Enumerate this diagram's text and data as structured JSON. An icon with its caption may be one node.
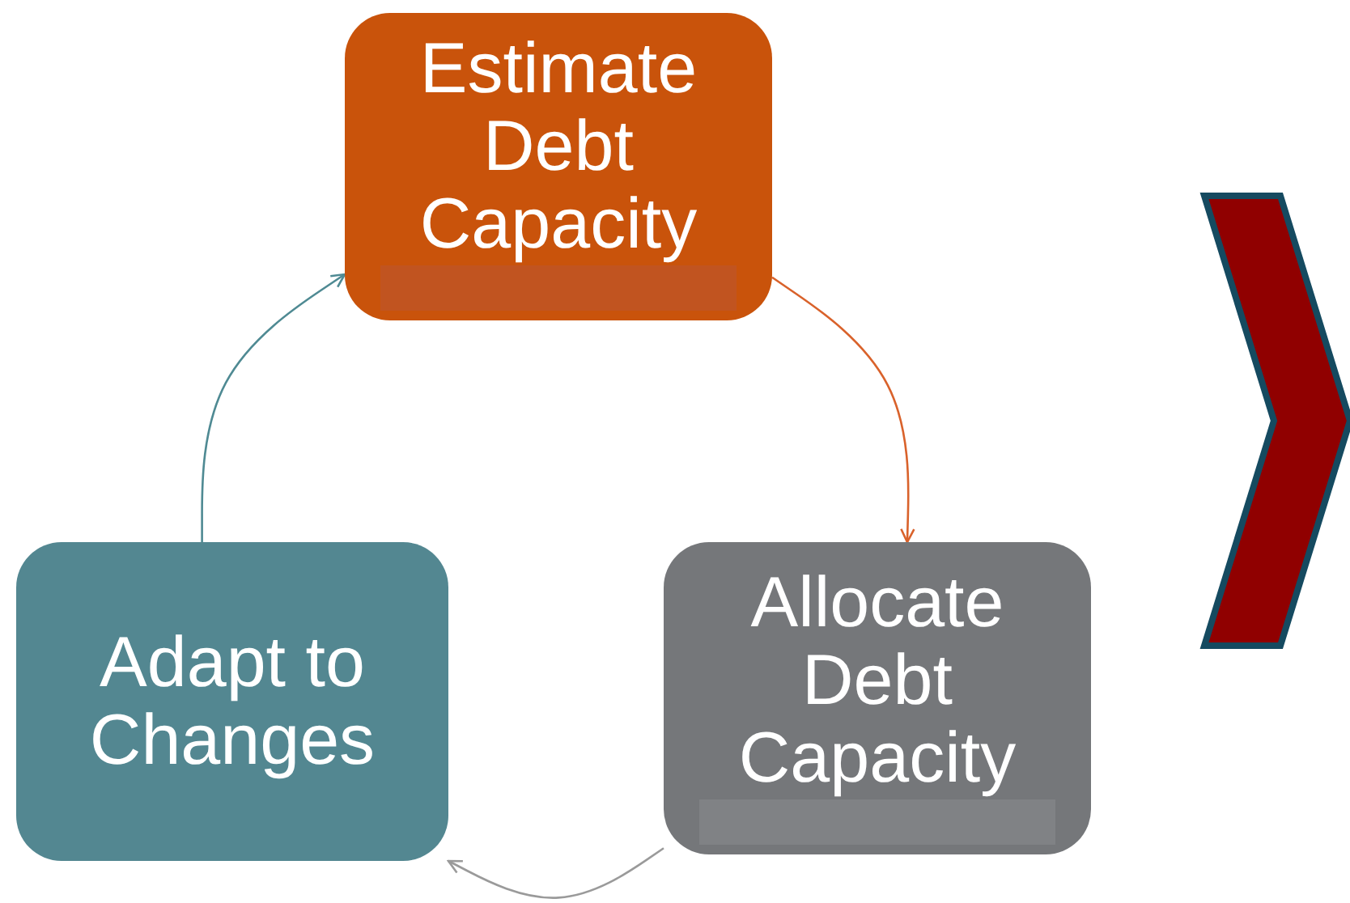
{
  "diagram": {
    "nodes": [
      {
        "text": [
          "Estimate Debt Capacity"
        ]
      },
      {
        "text": [
          "Allocate Debt Capacity"
        ]
      },
      {
        "text": [
          "Adapt to Changes"
        ]
      }
    ],
    "edges": [
      {
        "from": 0,
        "to": 1,
        "arrow": "to",
        "color": "#d9622b"
      },
      {
        "from": 1,
        "to": 2,
        "arrow": "to",
        "color": "#9a9a9a"
      },
      {
        "from": 2,
        "to": 0,
        "arrow": "to",
        "color": "#4f8a93"
      }
    ]
  }
}
